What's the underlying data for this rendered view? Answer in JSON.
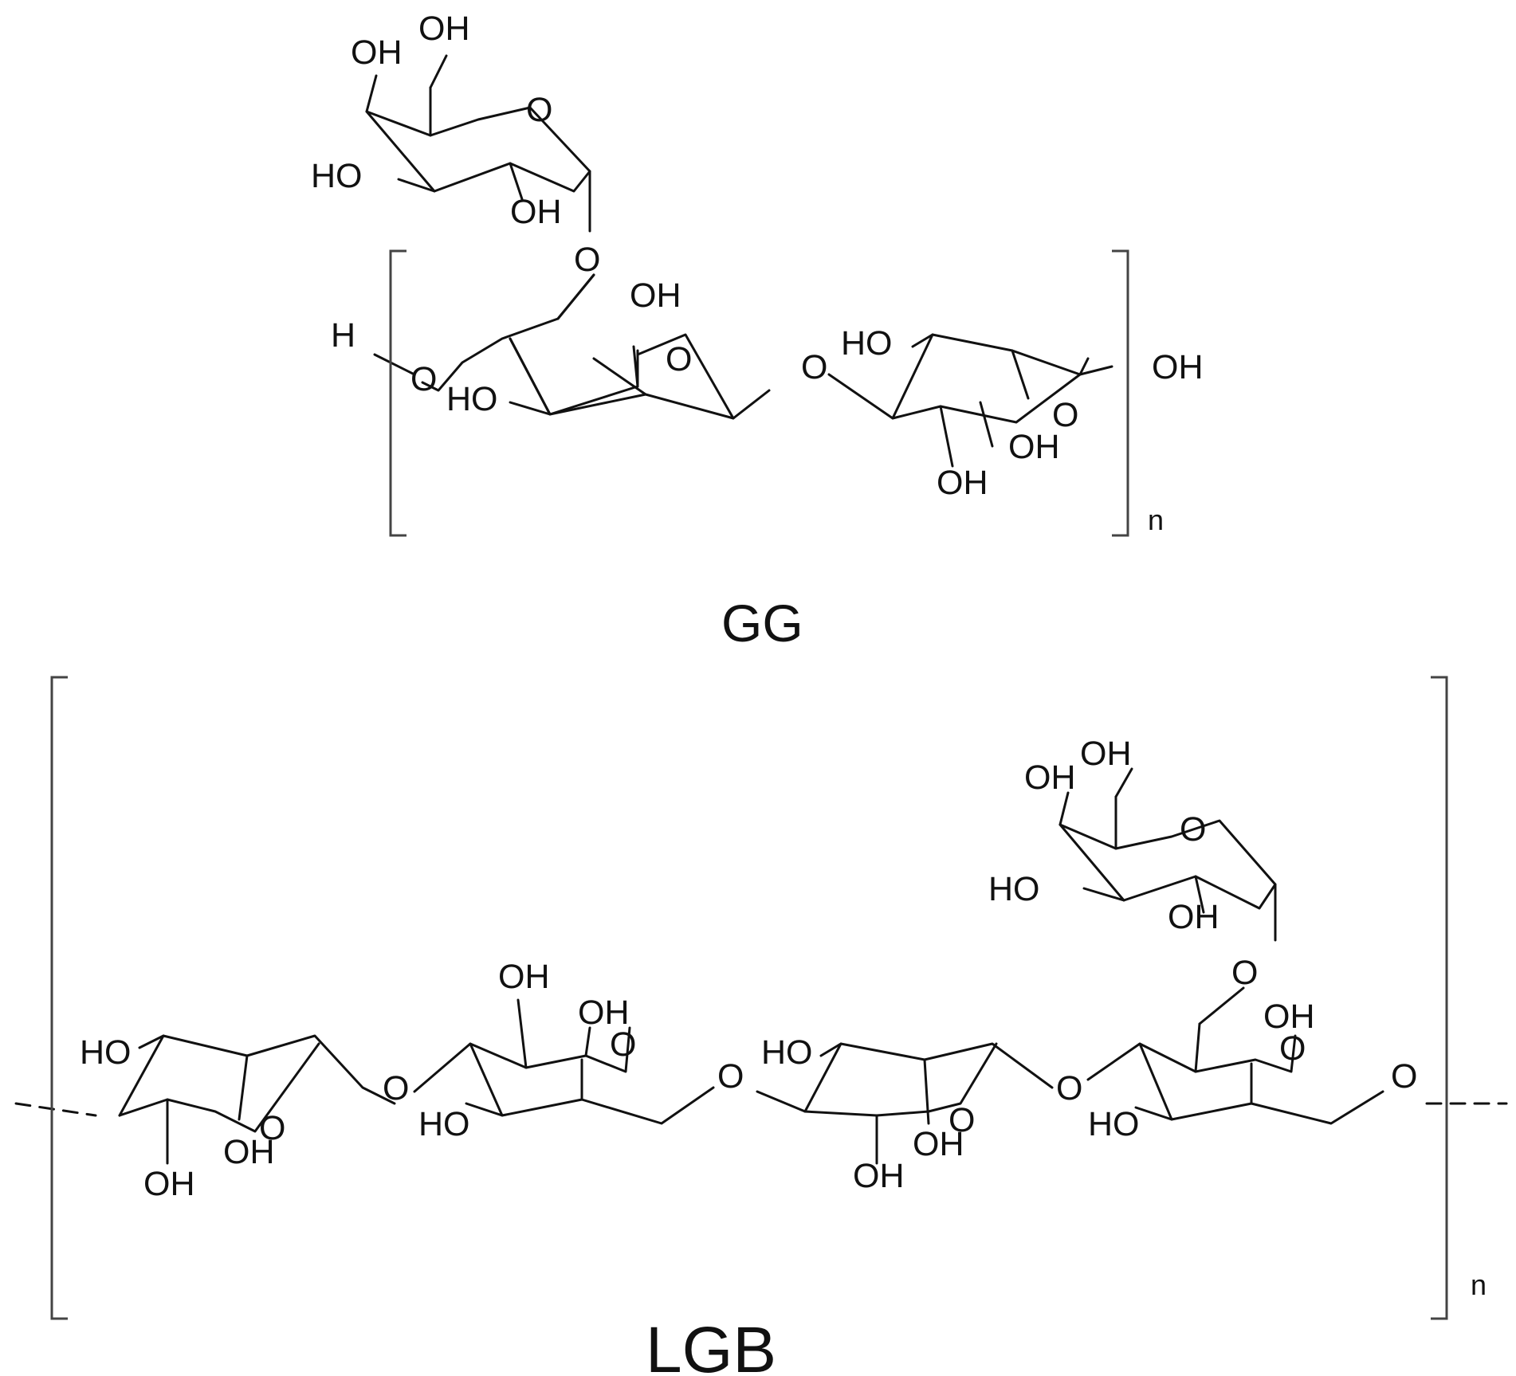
{
  "structures": [
    {
      "id": "gg",
      "caption": "GG",
      "repeat_subscript": "n"
    },
    {
      "id": "lgb",
      "caption": "LGB",
      "repeat_subscript": "n"
    }
  ],
  "atom_labels": {
    "hydroxyl": "OH",
    "hydroxyl_left": "HO",
    "oxygen": "O",
    "hydrogen": "H"
  },
  "colors": {
    "ink": "#111111",
    "bracket": "#444444",
    "background": "#ffffff"
  }
}
